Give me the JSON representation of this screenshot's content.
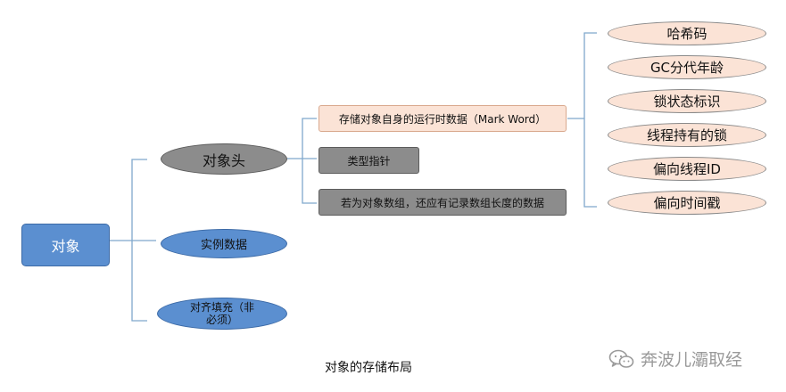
{
  "root": {
    "label": "对象"
  },
  "branches": [
    {
      "label": "对象头"
    },
    {
      "label": "实例数据"
    },
    {
      "label": "对齐填充（非必须）"
    }
  ],
  "header_parts": [
    {
      "label": "存储对象自身的运行时数据（Mark Word）"
    },
    {
      "label": "类型指针"
    },
    {
      "label": "若为对象数组，还应有记录数组长度的数据"
    }
  ],
  "mark_word_items": [
    {
      "label": "哈希码"
    },
    {
      "label": "GC分代年龄"
    },
    {
      "label": "锁状态标识"
    },
    {
      "label": "线程持有的锁"
    },
    {
      "label": "偏向线程ID"
    },
    {
      "label": "偏向时间戳"
    }
  ],
  "caption": "对象的存储布局",
  "watermark": {
    "text": "奔波儿灞取经",
    "icon": "wechat-icon"
  }
}
